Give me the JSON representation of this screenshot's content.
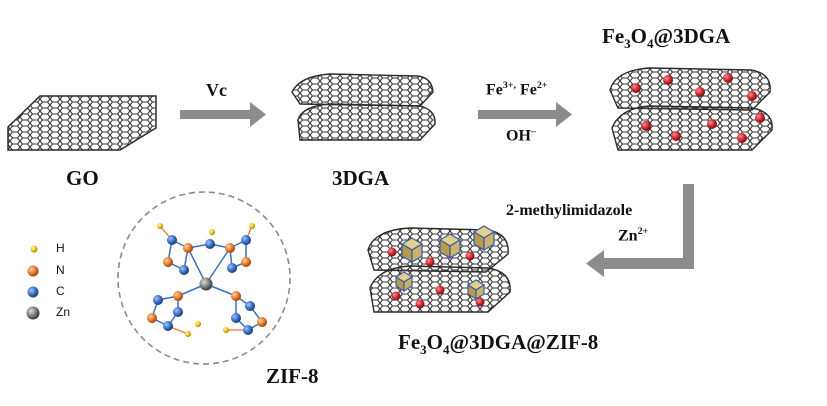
{
  "colors": {
    "arrow": "#8c8c8c",
    "carbon": "#3a3a3a",
    "fe3o4": "#c8282d",
    "zif_cube": "#c9b46a",
    "zif_cube_blue": "#3f5fa8",
    "atom_h": "#f2c318",
    "atom_n": "#e87a2a",
    "atom_c": "#3b6fc4",
    "atom_zn": "#7b7b7b"
  },
  "labels": {
    "go": "GO",
    "threedga": "3DGA",
    "fe3o4_3dga": {
      "a": "Fe",
      "b": "3",
      "c": "O",
      "d": "4",
      "e": "@3DGA"
    },
    "fe3o4_3dga_zif8": {
      "a": "Fe",
      "b": "3",
      "c": "O",
      "d": "4",
      "e": "@3DGA@ZIF-8"
    },
    "zif8": "ZIF-8"
  },
  "arrows": {
    "step1": {
      "reagent": "Vc"
    },
    "step2": {
      "reagent_a": "Fe",
      "reagent_a_sup": "3+,",
      "reagent_b": " Fe",
      "reagent_b_sup": "2+",
      "reagent_c": "OH",
      "reagent_c_sup": "–"
    },
    "step3": {
      "reagent_a": "2-methylimidazole",
      "reagent_b": "Zn",
      "reagent_b_sup": "2+"
    }
  },
  "legend": {
    "items": [
      {
        "symbol": "H",
        "icon": "h-atom-icon"
      },
      {
        "symbol": "N",
        "icon": "n-atom-icon"
      },
      {
        "symbol": "C",
        "icon": "c-atom-icon"
      },
      {
        "symbol": "Zn",
        "icon": "zn-atom-icon"
      }
    ]
  }
}
